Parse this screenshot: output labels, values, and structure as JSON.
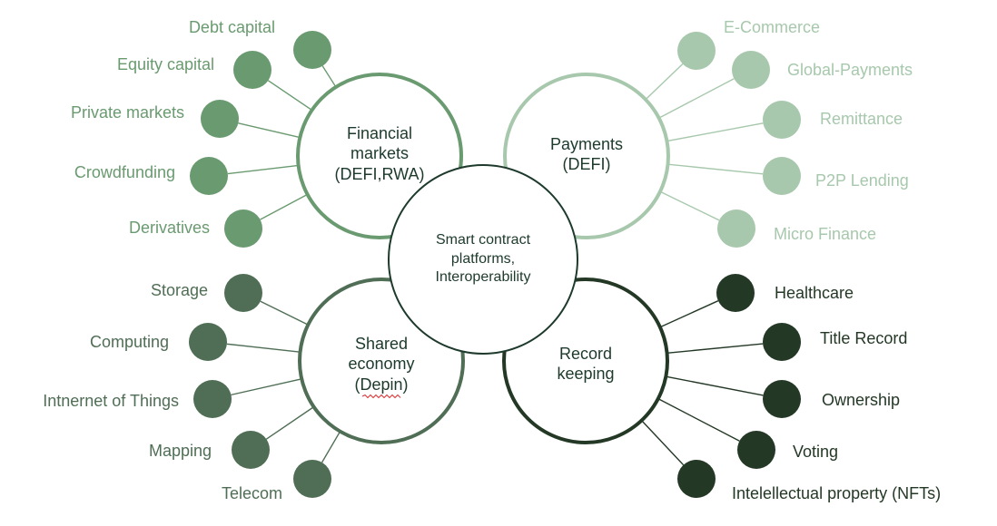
{
  "center": {
    "lines": [
      "Smart contract",
      "platforms,",
      "Interoperability"
    ]
  },
  "hubs": [
    {
      "id": "financial-markets",
      "lines": [
        "Financial",
        "markets",
        "(DEFI,RWA)"
      ],
      "color": "#6a9a70",
      "leaves": [
        "Debt capital",
        "Equity capital",
        "Private markets",
        "Crowdfunding",
        "Derivatives"
      ]
    },
    {
      "id": "payments",
      "lines": [
        "Payments",
        "(DEFI)"
      ],
      "color": "#a7c8ac",
      "leaves": [
        "E-Commerce",
        "Global-Payments",
        "Remittance",
        "P2P Lending",
        "Micro Finance"
      ]
    },
    {
      "id": "shared-economy",
      "lines": [
        "Shared",
        "economy",
        "(Depin)"
      ],
      "color": "#4f6e55",
      "leaves": [
        "Storage",
        "Computing",
        "Intnernet of Things",
        "Mapping",
        "Telecom"
      ]
    },
    {
      "id": "record-keeping",
      "lines": [
        "Record",
        "keeping"
      ],
      "color": "#243826",
      "leaves": [
        "Healthcare",
        "Title Record",
        "Ownership",
        "Voting",
        "Intelellectual property (NFTs)"
      ]
    }
  ]
}
